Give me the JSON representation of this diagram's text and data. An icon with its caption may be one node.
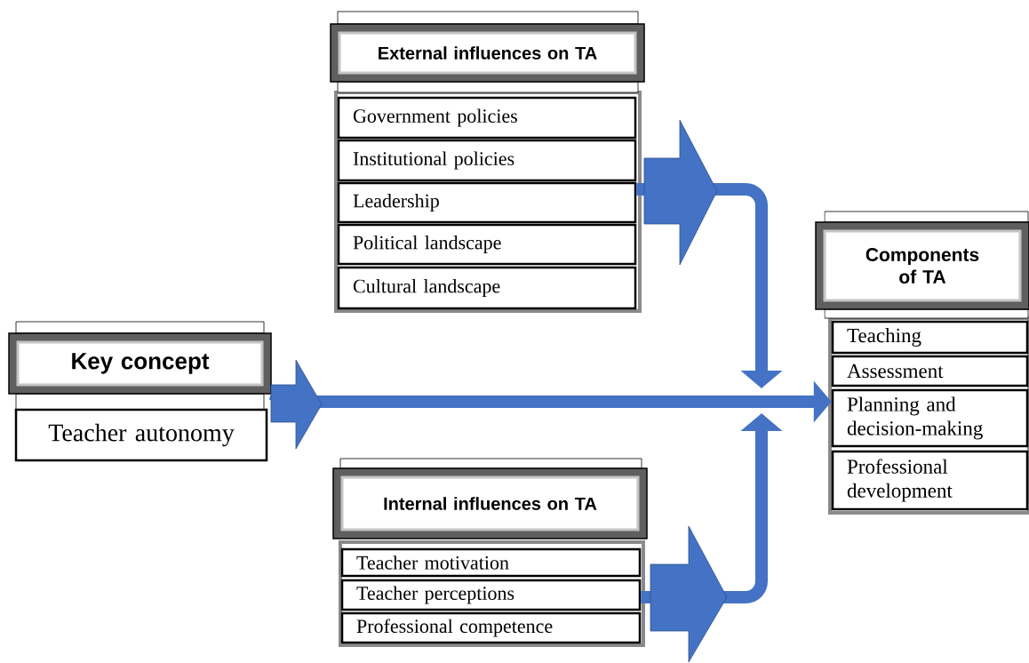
{
  "diagram": {
    "nodes": [
      {
        "text": [
          "Key concept"
        ]
      },
      {
        "text": [
          "Teacher autonomy"
        ]
      },
      {
        "text": [
          "External influences on TA"
        ]
      },
      {
        "text": [
          "Government policies"
        ]
      },
      {
        "text": [
          "Institutional policies"
        ]
      },
      {
        "text": [
          "Leadership"
        ]
      },
      {
        "text": [
          "Political landscape"
        ]
      },
      {
        "text": [
          "Cultural landscape"
        ]
      },
      {
        "text": [
          "Internal influences on TA"
        ]
      },
      {
        "text": [
          "Teacher motivation"
        ]
      },
      {
        "text": [
          "Teacher perceptions"
        ]
      },
      {
        "text": [
          "Professional competence"
        ]
      },
      {
        "text": [
          "Components of TA"
        ]
      },
      {
        "text": [
          "Teaching"
        ]
      },
      {
        "text": [
          "Assessment"
        ]
      },
      {
        "text": [
          "Planning and decision-making"
        ]
      },
      {
        "text": [
          "Professional development"
        ]
      }
    ],
    "edges": [
      {
        "from": 0,
        "to": 15,
        "arrow": "to"
      },
      {
        "from": 5,
        "to": null,
        "arrow": "to"
      },
      {
        "from": 10,
        "to": null,
        "arrow": "to"
      }
    ]
  }
}
